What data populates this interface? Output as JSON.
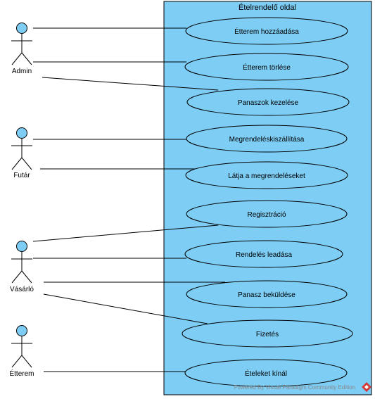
{
  "system": {
    "title": "Ételrendelő oldal",
    "fill": "#7ecdf4"
  },
  "actors": [
    {
      "id": "admin",
      "label": "Admin"
    },
    {
      "id": "futar",
      "label": "Futár"
    },
    {
      "id": "vasarlo",
      "label": "Vásárló"
    },
    {
      "id": "etterem",
      "label": "Étterem"
    }
  ],
  "use_cases": [
    {
      "id": "uc1",
      "label": "Étterem hozzáadása"
    },
    {
      "id": "uc2",
      "label": "Étterem törlése"
    },
    {
      "id": "uc3",
      "label": "Panaszok kezelése"
    },
    {
      "id": "uc4",
      "label": "Megrendeléskiszállítása"
    },
    {
      "id": "uc5",
      "label": "Látja a megrendeléseket"
    },
    {
      "id": "uc6",
      "label": "Regisztráció"
    },
    {
      "id": "uc7",
      "label": "Rendelés leadása"
    },
    {
      "id": "uc8",
      "label": "Panasz beküldése"
    },
    {
      "id": "uc9",
      "label": "Fizetés"
    },
    {
      "id": "uc10",
      "label": "Ételeket kínál"
    }
  ],
  "associations": [
    {
      "actor": "admin",
      "use_case": "uc1"
    },
    {
      "actor": "admin",
      "use_case": "uc2"
    },
    {
      "actor": "admin",
      "use_case": "uc3"
    },
    {
      "actor": "futar",
      "use_case": "uc4"
    },
    {
      "actor": "futar",
      "use_case": "uc5"
    },
    {
      "actor": "vasarlo",
      "use_case": "uc6"
    },
    {
      "actor": "vasarlo",
      "use_case": "uc7"
    },
    {
      "actor": "vasarlo",
      "use_case": "uc8"
    },
    {
      "actor": "vasarlo",
      "use_case": "uc9"
    },
    {
      "actor": "etterem",
      "use_case": "uc10"
    }
  ],
  "watermark": "Powered By Visual Paradigm Community Edition",
  "colors": {
    "usecase_fill": "#7ecdf4",
    "actor_head": "#7ecdf4",
    "stroke": "#000000",
    "watermark_icon": "#d43a3a"
  }
}
